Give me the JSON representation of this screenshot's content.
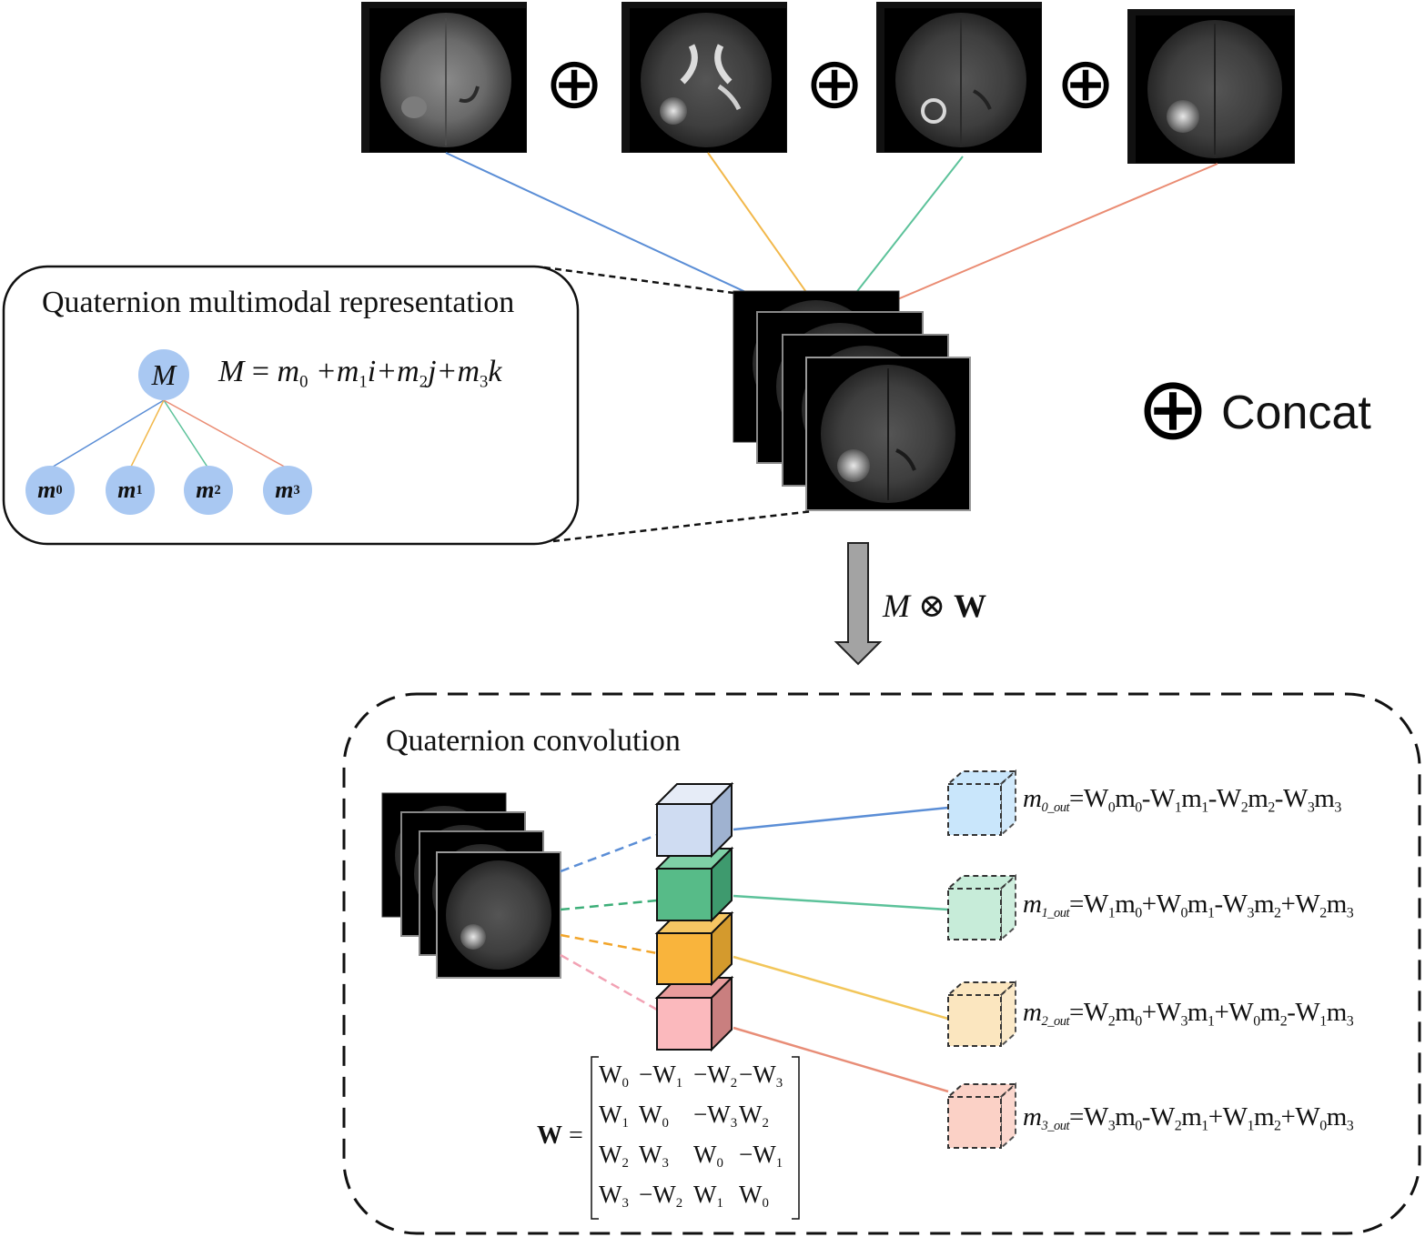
{
  "legend": {
    "symbol": "⊕",
    "label": "Concat"
  },
  "representation": {
    "title": "Quaternion multimodal representation",
    "root": "M",
    "formula": {
      "M": "M",
      "eq": " = ",
      "m0": "m",
      "p1": "+m",
      "i": "i",
      "p2": "+m",
      "j": "j",
      "p3": "+m",
      "k": "k"
    },
    "children": [
      "m0",
      "m1",
      "m2",
      "m3"
    ]
  },
  "operation": {
    "label_M": "M",
    "op": "⊗",
    "label_W": "W"
  },
  "convolution": {
    "title": "Quaternion convolution",
    "outputs": [
      {
        "lhs": "m",
        "sub": "0_out",
        "rhs": "=W0m0-W1m1-W2m2-W3m3",
        "color": "#c9e6fb"
      },
      {
        "lhs": "m",
        "sub": "1_out",
        "rhs": "=W1m0+W0m1-W3m2+W2m3",
        "color": "#c7ecd9"
      },
      {
        "lhs": "m",
        "sub": "2_out",
        "rhs": "=W2m0+W3m1+W0m2-W1m3",
        "color": "#fbe6bf"
      },
      {
        "lhs": "m",
        "sub": "3_out",
        "rhs": "=W3m0-W2m1+W1m2+W0m3",
        "color": "#fbd1c6"
      }
    ],
    "matrix_label": "W",
    "matrix": [
      [
        "W0",
        "−W1",
        "−W2",
        "−W3"
      ],
      [
        "W1",
        "W0",
        "−W3",
        "W2"
      ],
      [
        "W2",
        "W3",
        "W0",
        "−W1"
      ],
      [
        "W3",
        "−W2",
        "W1",
        "W0"
      ]
    ]
  },
  "colors": {
    "blue": "#5b8ed6",
    "orange": "#f2b84b",
    "green": "#5cc29a",
    "red": "#ea8c73",
    "node": "#a9c8f2"
  }
}
